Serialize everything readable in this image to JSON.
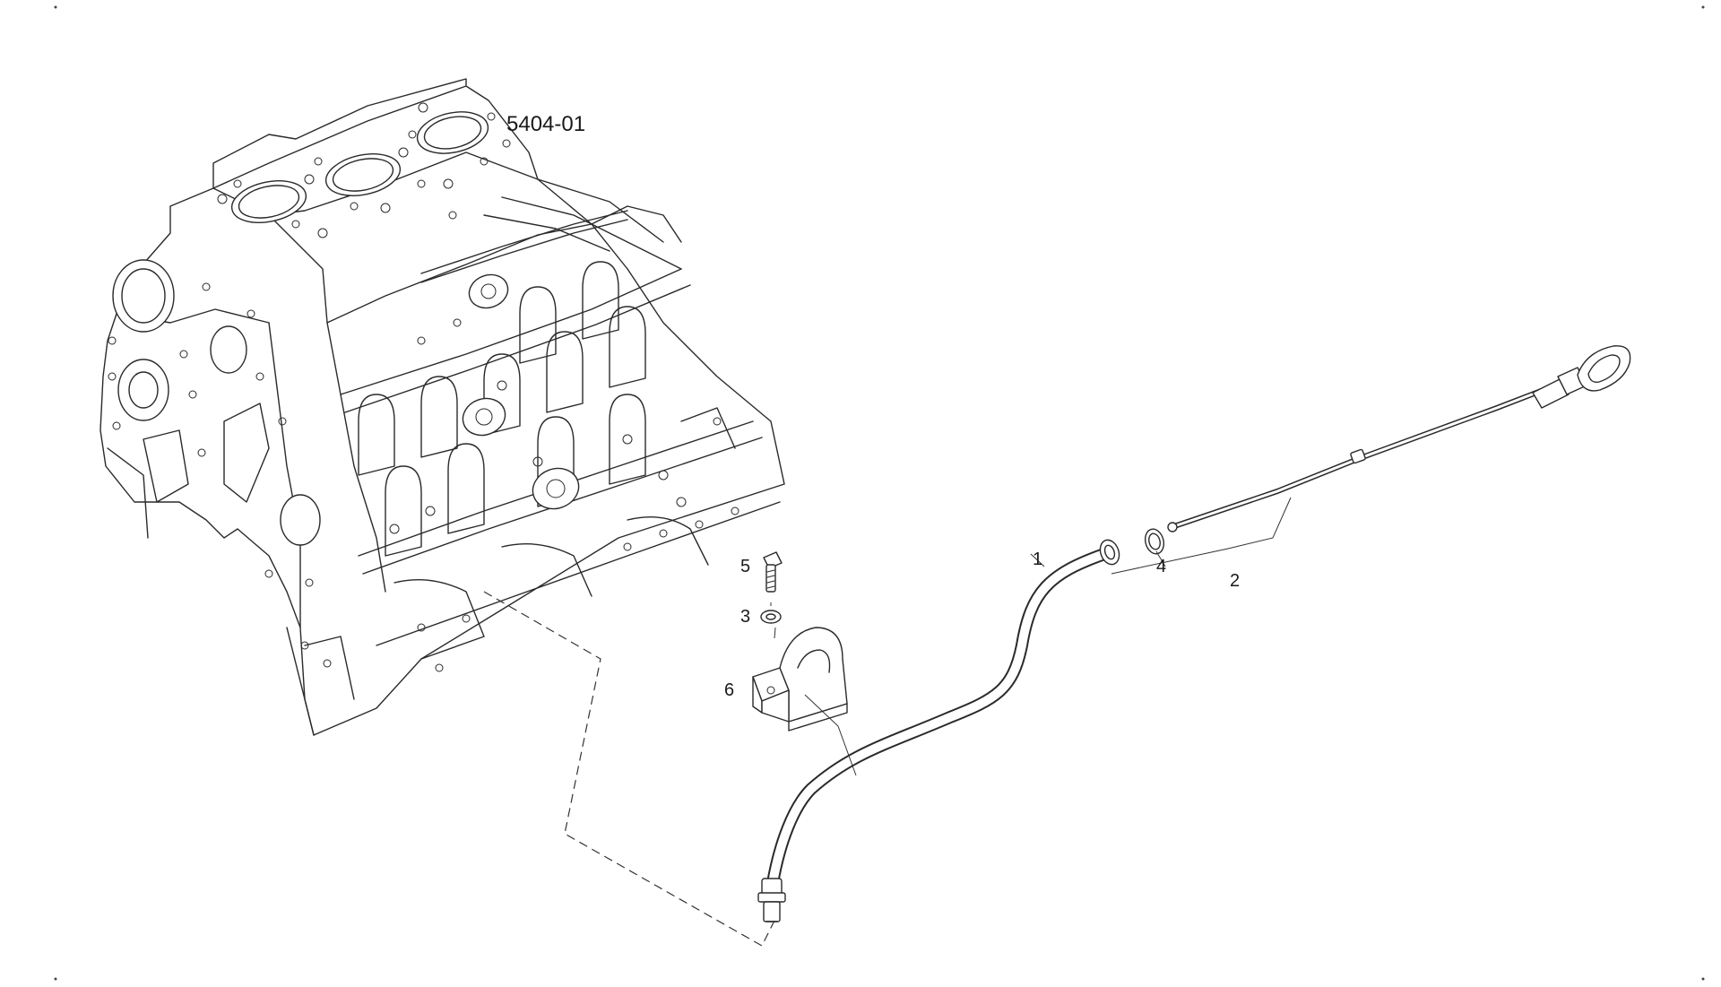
{
  "diagram": {
    "figure_code": "5404-01",
    "callouts": {
      "tube": "1",
      "dipstick": "2",
      "washer": "3",
      "o_ring": "4",
      "screw": "5",
      "bracket": "6"
    }
  }
}
